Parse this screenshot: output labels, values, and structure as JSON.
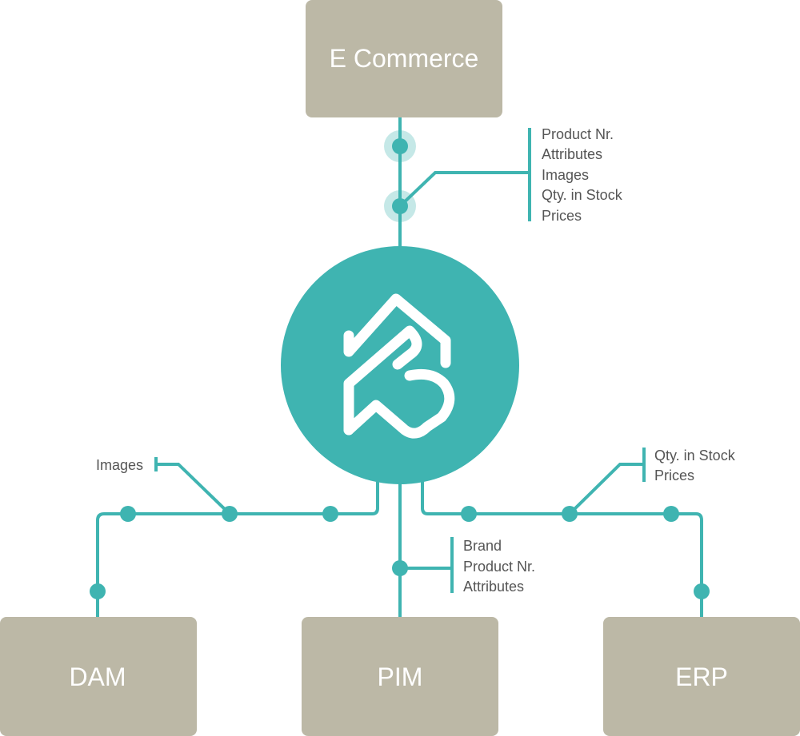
{
  "nodes": {
    "ecommerce": "E Commerce",
    "dam": "DAM",
    "pim": "PIM",
    "erp": "ERP"
  },
  "notes": {
    "ecommerce": [
      "Product Nr.",
      "Attributes",
      "Images",
      "Qty. in Stock",
      "Prices"
    ],
    "dam": [
      "Images"
    ],
    "pim": [
      "Brand",
      "Product Nr.",
      "Attributes"
    ],
    "erp": [
      "Qty. in Stock",
      "Prices"
    ]
  },
  "colors": {
    "accent": "#3fb4b1",
    "box": "#bcb8a6",
    "box_text": "#ffffff",
    "note_text": "#555555"
  },
  "icons": {
    "hub": "brand-logo-icon"
  }
}
